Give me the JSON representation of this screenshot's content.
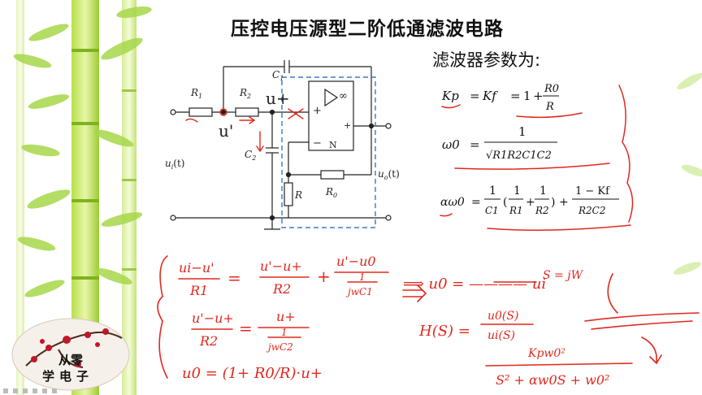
{
  "slide": {
    "title": "压控电压源型二阶低通滤波电路",
    "params_title": "滤波器参数为:"
  },
  "circuit": {
    "labels": {
      "r1": "R",
      "r1_sub": "1",
      "r2": "R",
      "r2_sub": "2",
      "c1": "C",
      "c1_sub": "1",
      "c2": "C",
      "c2_sub": "2",
      "r": "R",
      "r0": "R",
      "r0_sub": "0",
      "ui": "u",
      "ui_sub": "i",
      "ui_arg": "(t)",
      "uo": "u",
      "uo_sub": "o",
      "uo_arg": "(t)",
      "opamp_infinity": "∞",
      "opamp_plus": "+",
      "opamp_minus": "−",
      "opamp_n": "N",
      "opamp_out_plus": "+"
    },
    "handwritten": {
      "u_plus": "u+",
      "u_prime": "u'"
    }
  },
  "formulas": {
    "kp": {
      "lhs": "Kp",
      "mid": "Kf",
      "rhs_one": "1",
      "num": "R0",
      "den": "R"
    },
    "omega0": {
      "lhs": "ω0",
      "num": "1",
      "den": "√R1R2C1C2"
    },
    "alpha_omega0": {
      "lhs": "αω0",
      "term1_num": "1",
      "term1_den": "C1",
      "term2_num": "1",
      "term2_den": "R1",
      "term3_num": "1",
      "term3_den": "R2",
      "term4_num": "1 − Kf",
      "term4_den": "R2C2"
    }
  },
  "notes": {
    "eq1_left_num": "ui−u'",
    "eq1_left_den": "R1",
    "eq1_mid_num": "u'−u+",
    "eq1_mid_den": "R2",
    "eq1_right_num": "u'−u0",
    "eq1_right_den_top": "1",
    "eq1_right_den_bot": "jwC1",
    "eq2_left_num": "u'−u+",
    "eq2_left_den": "R2",
    "eq2_right_num": "u+",
    "eq2_right_den_top": "1",
    "eq2_right_den_bot": "jwC2",
    "eq3": "u0 = (1+ R0/R)·u+",
    "arrow_result": "⟹ u0 = ———— ui",
    "s_eq": "S = jW",
    "h_lhs": "H(S) =",
    "h_num": "u0(S)",
    "h_den": "ui(S)",
    "final_num": "Kpw0²",
    "final_den": "S² + αw0S + w0²"
  },
  "logo": {
    "line1": "从零",
    "line2": "学电子"
  },
  "colors": {
    "ink_red": "#e0281e",
    "bamboo_green": "#9cd43c",
    "dashed_blue": "#3a78c8",
    "circuit_ink": "#222222"
  }
}
